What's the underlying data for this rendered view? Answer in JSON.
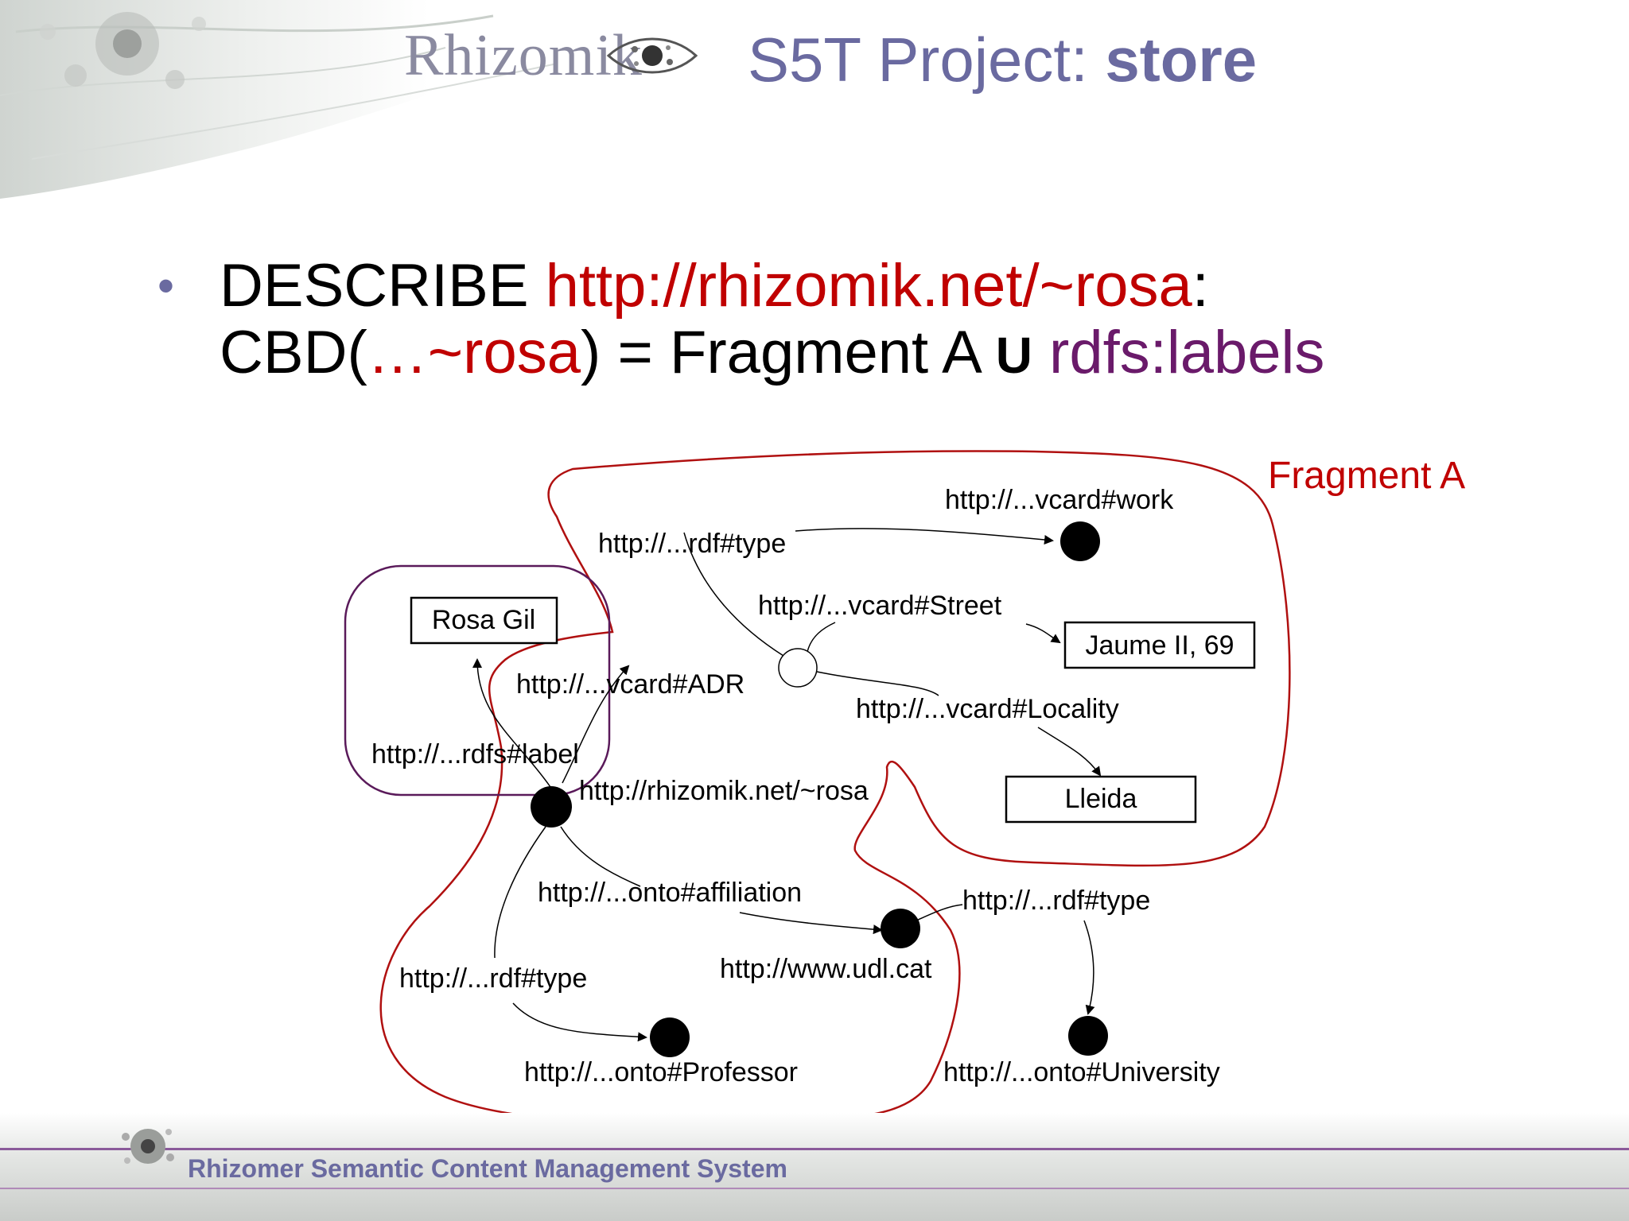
{
  "header": {
    "logo": "Rhizomik",
    "title_prefix": "S5T Project: ",
    "title_bold": "store"
  },
  "bullet": {
    "marker": "•",
    "line1_keyword": "DESCRIBE ",
    "line1_uri": "http://rhizomik.net/~rosa",
    "line1_colon": ":",
    "line2_prefix": "CBD(",
    "line2_uri": "…~rosa",
    "line2_mid": ") = Fragment A ",
    "line2_union": "U",
    "line2_labels": "rdfs:labels"
  },
  "diagram": {
    "fragment_label": "Fragment A",
    "nodes": {
      "rosa_gil": "Rosa Gil",
      "jaume": "Jaume II, 69",
      "lleida": "Lleida",
      "rosa_uri": "http://rhizomik.net/~rosa",
      "udl": "http://www.udl.cat",
      "professor": "http://...onto#Professor",
      "university": "http://...onto#University"
    },
    "edges": {
      "type_work": "http://...rdf#type",
      "work": "http://...vcard#work",
      "street": "http://...vcard#Street",
      "adr": "http://...vcard#ADR",
      "locality": "http://...vcard#Locality",
      "label": "http://...rdfs#label",
      "affiliation": "http://...onto#affiliation",
      "type_professor": "http://...rdf#type",
      "type_university": "http://...rdf#type"
    }
  },
  "footer": {
    "text": "Rhizomer Semantic Content Management System"
  },
  "colors": {
    "title": "#6a6aa0",
    "uri_red": "#c00000",
    "labels_purple": "#6a1a6a",
    "fragment_outline": "#b01010",
    "labels_outline": "#5a1a5a"
  }
}
